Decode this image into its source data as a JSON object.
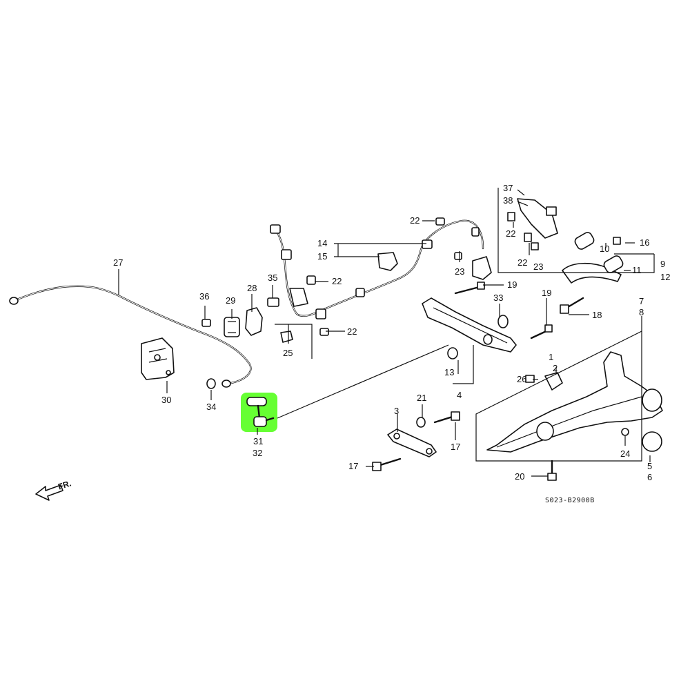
{
  "diagram": {
    "code": "S023-B2900B",
    "direction_label": "FR.",
    "highlight_color": "#66ff33",
    "highlighted_part": [
      "31",
      "32"
    ]
  },
  "labels": {
    "l1": "1",
    "l2": "2",
    "l3": "3",
    "l4": "4",
    "l5": "5",
    "l6": "6",
    "l7": "7",
    "l8": "8",
    "l9": "9",
    "l10": "10",
    "l11": "11",
    "l12": "12",
    "l13": "13",
    "l14": "14",
    "l15": "15",
    "l16": "16",
    "l17a": "17",
    "l17b": "17",
    "l18": "18",
    "l19a": "19",
    "l19b": "19",
    "l20": "20",
    "l21": "21",
    "l22a": "22",
    "l22b": "22",
    "l22c": "22",
    "l22d": "22",
    "l22e": "22",
    "l23a": "23",
    "l23b": "23",
    "l24": "24",
    "l25": "25",
    "l26": "26",
    "l27": "27",
    "l28": "28",
    "l29": "29",
    "l30": "30",
    "l31": "31",
    "l32": "32",
    "l33": "33",
    "l34": "34",
    "l35": "35",
    "l36": "36",
    "l37": "37",
    "l38": "38"
  }
}
